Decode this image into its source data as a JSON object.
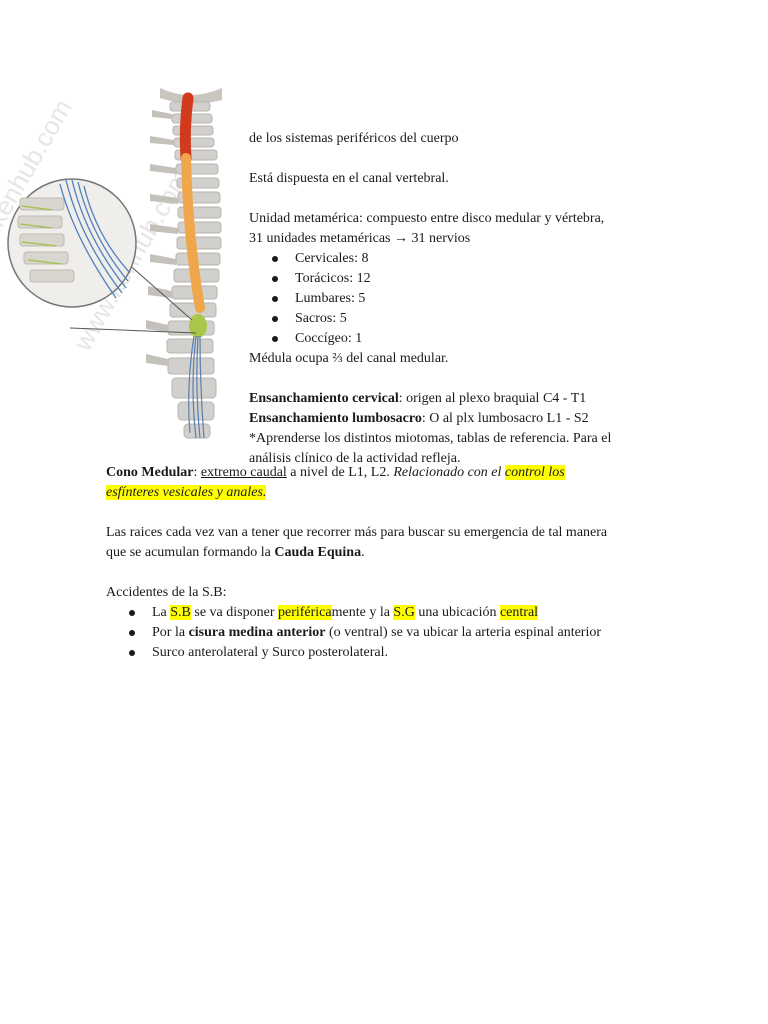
{
  "figure": {
    "watermark": "www.kenhub.com"
  },
  "p1": "de los sistemas periféricos del cuerpo",
  "p2": "Está dispuesta en el canal vertebral.",
  "p3": {
    "line1": "Unidad metamérica: compuesto entre disco medular y vértebra,",
    "line2": "31 unidades metaméricas → 31 nervios"
  },
  "nervios": [
    "Cervicales: 8",
    "Torácicos: 12",
    "Lumbares: 5",
    "Sacros: 5",
    "Coccígeo: 1"
  ],
  "p4": "Médula ocupa ⅔ del canal medular.",
  "ens_cervical": {
    "bold": "Ensanchamiento cervical",
    "rest": ": origen al plexo braquial C4 - T1"
  },
  "ens_lumbo": {
    "bold": "Ensanchamiento lumbosacro",
    "rest": ": O al plx lumbosacro L1 - S2"
  },
  "nota": {
    "line1": "*Aprenderse los distintos miotomas, tablas de referencia. Para el",
    "line2": "análisis clínico de la actividad refleja."
  },
  "cono": {
    "bold": "Cono Medular",
    "colon": ": ",
    "underlined": "extremo caudal",
    "rest": " a nivel de L1, L2. ",
    "italic": "Relacionado con el ",
    "hl1": "control los",
    "hl2": "esfínteres vesicales y anales."
  },
  "raices": {
    "line1": "Las raices cada vez van a tener que recorrer más para buscar su emergencia de tal manera",
    "line2": "que se acumulan formando la ",
    "bold": "Cauda Equina",
    "end": "."
  },
  "accidentes_title": "Accidentes de la S.B:",
  "acc1": {
    "a": "La ",
    "hl1": "S.B",
    "b": " se va disponer ",
    "hl2": "periférica",
    "c": "mente y la ",
    "hl3": "S.G",
    "d": " una ubicación ",
    "hl4": "central"
  },
  "acc2": {
    "a": "Por la ",
    "bold": "cisura medina anterior",
    "b": " (o ventral) se va ubicar la arteria espinal anterior"
  },
  "acc3": "Surco anterolateral y Surco posterolateral."
}
